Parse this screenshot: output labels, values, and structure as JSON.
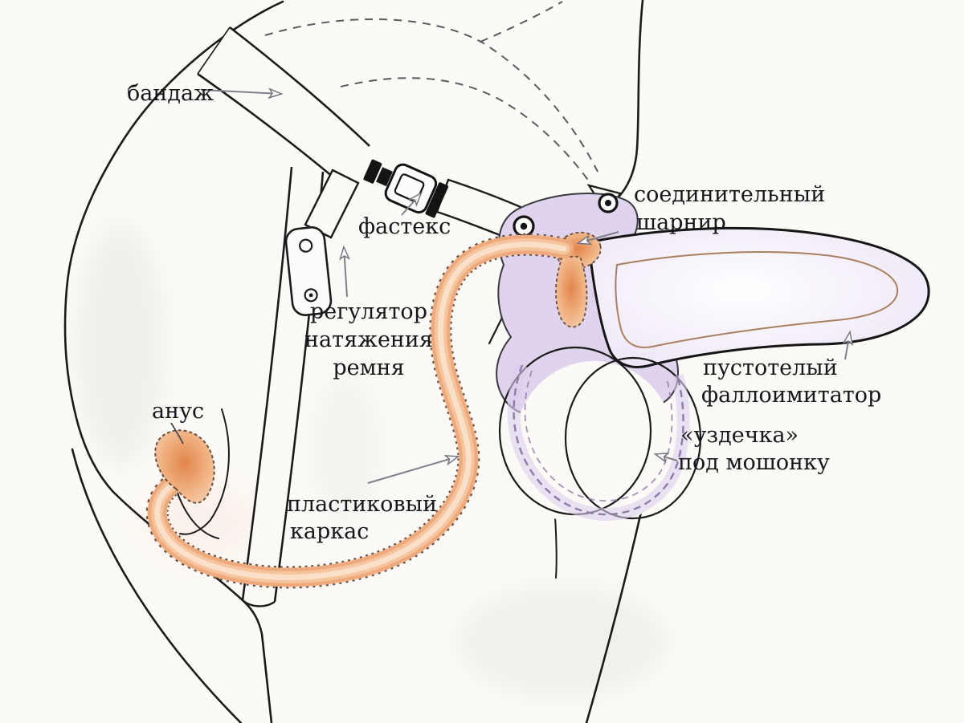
{
  "figure": {
    "type": "labeled-line-diagram",
    "subject": "Схема ремневого страпона на теле (вид сбоку) с подписями деталей",
    "background_color": "#fcfaf7",
    "outline_color": "#1b1b1b",
    "arrow_color": "#80808a",
    "frame_orange": "#efab7e",
    "harness_purple": "#e0d3ee"
  },
  "labels": {
    "bandage": {
      "text": "бандаж"
    },
    "fastex": {
      "text": "фастекс"
    },
    "connector_hinge": {
      "line1": "соединительный",
      "line2": "шарнир"
    },
    "tension_regulator": {
      "line1": "регулятор",
      "line2": "натяжения",
      "line3": "ремня"
    },
    "anus": {
      "text": "анус"
    },
    "plastic_frame": {
      "line1": "пластиковый",
      "line2": "каркас"
    },
    "hollow_dildo": {
      "line1": "пустотелый",
      "line2": "фаллоимитатор"
    },
    "scrotum_bridle": {
      "line1": "«уздечка»",
      "line2": "под мошонку"
    }
  }
}
